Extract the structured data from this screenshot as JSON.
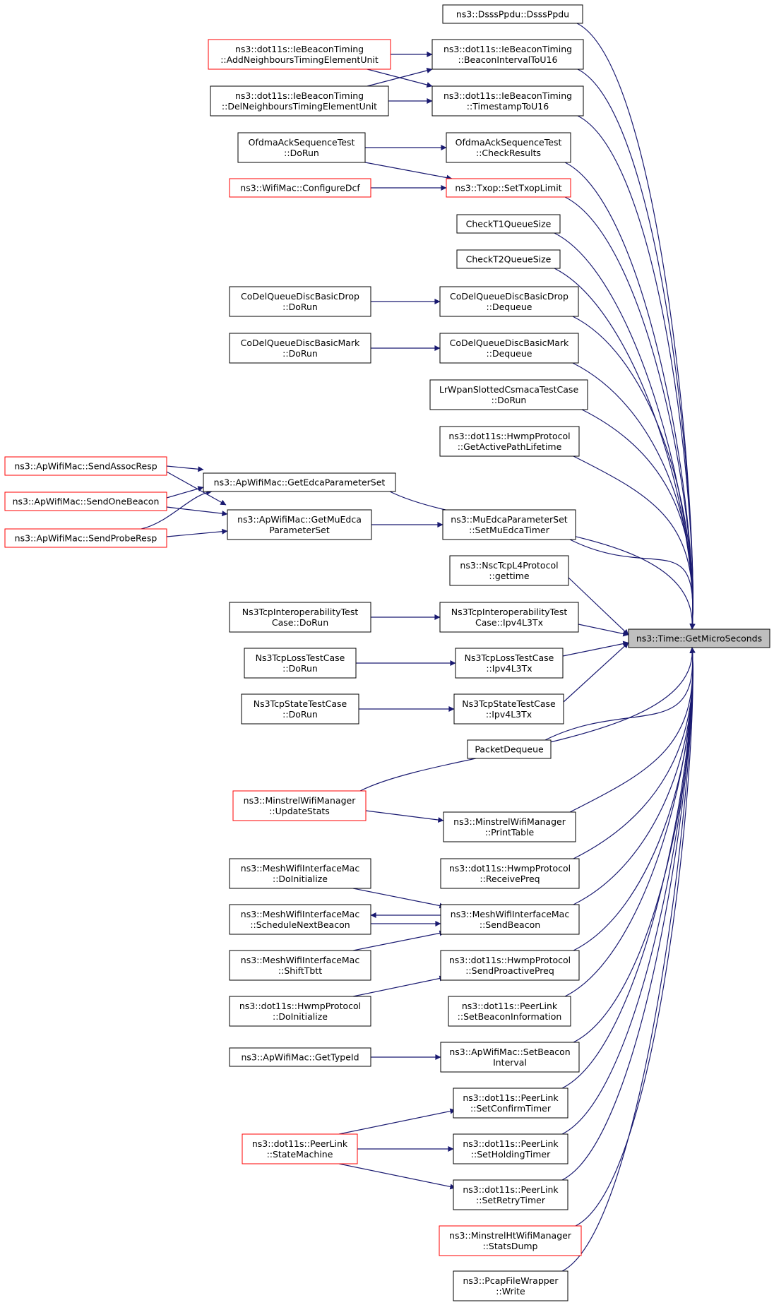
{
  "graph": {
    "colors": {
      "edge": "#191970",
      "node_border_normal": "#000000",
      "node_border_truncated": "#ff0000",
      "target_fill": "#bfbfbf",
      "node_fill": "#ffffff"
    },
    "nodes": [
      {
        "id": "target",
        "style": "target",
        "lines": [
          "ns3::Time::GetMicroSeconds"
        ]
      },
      {
        "id": "dsss",
        "style": "normal",
        "lines": [
          "ns3::DsssPpdu::DsssPpdu"
        ]
      },
      {
        "id": "bi16",
        "style": "normal",
        "lines": [
          "ns3::dot11s::IeBeaconTiming",
          "::BeaconIntervalToU16"
        ]
      },
      {
        "id": "ts16",
        "style": "normal",
        "lines": [
          "ns3::dot11s::IeBeaconTiming",
          "::TimestampToU16"
        ]
      },
      {
        "id": "ofdmaCheck",
        "style": "normal",
        "lines": [
          "OfdmaAckSequenceTest",
          "::CheckResults"
        ]
      },
      {
        "id": "setTxop",
        "style": "truncated",
        "lines": [
          "ns3::Txop::SetTxopLimit"
        ]
      },
      {
        "id": "t1",
        "style": "normal",
        "lines": [
          "CheckT1QueueSize"
        ]
      },
      {
        "id": "t2",
        "style": "normal",
        "lines": [
          "CheckT2QueueSize"
        ]
      },
      {
        "id": "codelDropDq",
        "style": "normal",
        "lines": [
          "CoDelQueueDiscBasicDrop",
          "::Dequeue"
        ]
      },
      {
        "id": "codelMarkDq",
        "style": "normal",
        "lines": [
          "CoDelQueueDiscBasicMark",
          "::Dequeue"
        ]
      },
      {
        "id": "lrwpan",
        "style": "normal",
        "lines": [
          "LrWpanSlottedCsmacaTestCase",
          "::DoRun"
        ]
      },
      {
        "id": "activePath",
        "style": "normal",
        "lines": [
          "ns3::dot11s::HwmpProtocol",
          "::GetActivePathLifetime"
        ]
      },
      {
        "id": "getEdca",
        "style": "normal",
        "lines": [
          "ns3::ApWifiMac::GetEdcaParameterSet"
        ]
      },
      {
        "id": "setMuEdca",
        "style": "normal",
        "lines": [
          "ns3::MuEdcaParameterSet",
          "::SetMuEdcaTimer"
        ]
      },
      {
        "id": "nsc",
        "style": "normal",
        "lines": [
          "ns3::NscTcpL4Protocol",
          "::gettime"
        ]
      },
      {
        "id": "interopTx",
        "style": "normal",
        "lines": [
          "Ns3TcpInteroperabilityTest",
          "Case::Ipv4L3Tx"
        ]
      },
      {
        "id": "lossTx",
        "style": "normal",
        "lines": [
          "Ns3TcpLossTestCase",
          "::Ipv4L3Tx"
        ]
      },
      {
        "id": "stateTx",
        "style": "normal",
        "lines": [
          "Ns3TcpStateTestCase",
          "::Ipv4L3Tx"
        ]
      },
      {
        "id": "pktDq",
        "style": "normal",
        "lines": [
          "PacketDequeue"
        ]
      },
      {
        "id": "minstrelUpd",
        "style": "truncated",
        "lines": [
          "ns3::MinstrelWifiManager",
          "::UpdateStats"
        ]
      },
      {
        "id": "printTable",
        "style": "normal",
        "lines": [
          "ns3::MinstrelWifiManager",
          "::PrintTable"
        ]
      },
      {
        "id": "recvPreq",
        "style": "normal",
        "lines": [
          "ns3::dot11s::HwmpProtocol",
          "::ReceivePreq"
        ]
      },
      {
        "id": "sendBeacon",
        "style": "normal",
        "lines": [
          "ns3::MeshWifiInterfaceMac",
          "::SendBeacon"
        ]
      },
      {
        "id": "sendProactive",
        "style": "normal",
        "lines": [
          "ns3::dot11s::HwmpProtocol",
          "::SendProactivePreq"
        ]
      },
      {
        "id": "setBeaconInfo",
        "style": "normal",
        "lines": [
          "ns3::dot11s::PeerLink",
          "::SetBeaconInformation"
        ]
      },
      {
        "id": "setBeaconInt",
        "style": "normal",
        "lines": [
          "ns3::ApWifiMac::SetBeacon",
          "Interval"
        ]
      },
      {
        "id": "setConfirm",
        "style": "normal",
        "lines": [
          "ns3::dot11s::PeerLink",
          "::SetConfirmTimer"
        ]
      },
      {
        "id": "setHolding",
        "style": "normal",
        "lines": [
          "ns3::dot11s::PeerLink",
          "::SetHoldingTimer"
        ]
      },
      {
        "id": "setRetry",
        "style": "normal",
        "lines": [
          "ns3::dot11s::PeerLink",
          "::SetRetryTimer"
        ]
      },
      {
        "id": "statsDump",
        "style": "truncated",
        "lines": [
          "ns3::MinstrelHtWifiManager",
          "::StatsDump"
        ]
      },
      {
        "id": "pcapWrite",
        "style": "normal",
        "lines": [
          "ns3::PcapFileWrapper",
          "::Write"
        ]
      },
      {
        "id": "addNeigh",
        "style": "truncated",
        "lines": [
          "ns3::dot11s::IeBeaconTiming",
          "::AddNeighboursTimingElementUnit"
        ]
      },
      {
        "id": "delNeigh",
        "style": "normal",
        "lines": [
          "ns3::dot11s::IeBeaconTiming",
          "::DelNeighboursTimingElementUnit"
        ]
      },
      {
        "id": "ofdmaRun",
        "style": "normal",
        "lines": [
          "OfdmaAckSequenceTest",
          "::DoRun"
        ]
      },
      {
        "id": "cfgDcf",
        "style": "truncated",
        "lines": [
          "ns3::WifiMac::ConfigureDcf"
        ]
      },
      {
        "id": "codelDropRun",
        "style": "normal",
        "lines": [
          "CoDelQueueDiscBasicDrop",
          "::DoRun"
        ]
      },
      {
        "id": "codelMarkRun",
        "style": "normal",
        "lines": [
          "CoDelQueueDiscBasicMark",
          "::DoRun"
        ]
      },
      {
        "id": "getMuEdca",
        "style": "normal",
        "lines": [
          "ns3::ApWifiMac::GetMuEdca",
          "ParameterSet"
        ]
      },
      {
        "id": "interopRun",
        "style": "normal",
        "lines": [
          "Ns3TcpInteroperabilityTest",
          "Case::DoRun"
        ]
      },
      {
        "id": "lossRun",
        "style": "normal",
        "lines": [
          "Ns3TcpLossTestCase",
          "::DoRun"
        ]
      },
      {
        "id": "stateRun",
        "style": "normal",
        "lines": [
          "Ns3TcpStateTestCase",
          "::DoRun"
        ]
      },
      {
        "id": "meshInit",
        "style": "normal",
        "lines": [
          "ns3::MeshWifiInterfaceMac",
          "::DoInitialize"
        ]
      },
      {
        "id": "meshSched",
        "style": "normal",
        "lines": [
          "ns3::MeshWifiInterfaceMac",
          "::ScheduleNextBeacon"
        ]
      },
      {
        "id": "meshShift",
        "style": "normal",
        "lines": [
          "ns3::MeshWifiInterfaceMac",
          "::ShiftTbtt"
        ]
      },
      {
        "id": "hwmpInit",
        "style": "normal",
        "lines": [
          "ns3::dot11s::HwmpProtocol",
          "::DoInitialize"
        ]
      },
      {
        "id": "getTypeId",
        "style": "normal",
        "lines": [
          "ns3::ApWifiMac::GetTypeId"
        ]
      },
      {
        "id": "stateMachine",
        "style": "truncated",
        "lines": [
          "ns3::dot11s::PeerLink",
          "::StateMachine"
        ]
      },
      {
        "id": "assocResp",
        "style": "truncated",
        "lines": [
          "ns3::ApWifiMac::SendAssocResp"
        ]
      },
      {
        "id": "oneBeacon",
        "style": "truncated",
        "lines": [
          "ns3::ApWifiMac::SendOneBeacon"
        ]
      },
      {
        "id": "probeResp",
        "style": "truncated",
        "lines": [
          "ns3::ApWifiMac::SendProbeResp"
        ]
      }
    ],
    "edges": [
      {
        "from": "dsss",
        "to": "target"
      },
      {
        "from": "bi16",
        "to": "target"
      },
      {
        "from": "ts16",
        "to": "target"
      },
      {
        "from": "ofdmaCheck",
        "to": "target"
      },
      {
        "from": "setTxop",
        "to": "target"
      },
      {
        "from": "t1",
        "to": "target"
      },
      {
        "from": "t2",
        "to": "target"
      },
      {
        "from": "codelDropDq",
        "to": "target"
      },
      {
        "from": "codelMarkDq",
        "to": "target"
      },
      {
        "from": "lrwpan",
        "to": "target"
      },
      {
        "from": "activePath",
        "to": "target"
      },
      {
        "from": "getEdca",
        "to": "target"
      },
      {
        "from": "setMuEdca",
        "to": "target"
      },
      {
        "from": "nsc",
        "to": "target"
      },
      {
        "from": "interopTx",
        "to": "target"
      },
      {
        "from": "lossTx",
        "to": "target"
      },
      {
        "from": "stateTx",
        "to": "target"
      },
      {
        "from": "pktDq",
        "to": "target"
      },
      {
        "from": "minstrelUpd",
        "to": "target"
      },
      {
        "from": "printTable",
        "to": "target"
      },
      {
        "from": "recvPreq",
        "to": "target"
      },
      {
        "from": "sendBeacon",
        "to": "target"
      },
      {
        "from": "sendProactive",
        "to": "target"
      },
      {
        "from": "setBeaconInfo",
        "to": "target"
      },
      {
        "from": "setBeaconInt",
        "to": "target"
      },
      {
        "from": "setConfirm",
        "to": "target"
      },
      {
        "from": "setHolding",
        "to": "target"
      },
      {
        "from": "setRetry",
        "to": "target"
      },
      {
        "from": "statsDump",
        "to": "target"
      },
      {
        "from": "pcapWrite",
        "to": "target"
      },
      {
        "from": "addNeigh",
        "to": "bi16"
      },
      {
        "from": "addNeigh",
        "to": "ts16"
      },
      {
        "from": "delNeigh",
        "to": "bi16"
      },
      {
        "from": "delNeigh",
        "to": "ts16"
      },
      {
        "from": "ofdmaRun",
        "to": "ofdmaCheck"
      },
      {
        "from": "ofdmaRun",
        "to": "setTxop"
      },
      {
        "from": "cfgDcf",
        "to": "setTxop"
      },
      {
        "from": "codelDropRun",
        "to": "codelDropDq"
      },
      {
        "from": "codelMarkRun",
        "to": "codelMarkDq"
      },
      {
        "from": "getMuEdca",
        "to": "setMuEdca"
      },
      {
        "from": "interopRun",
        "to": "interopTx"
      },
      {
        "from": "lossRun",
        "to": "lossTx"
      },
      {
        "from": "stateRun",
        "to": "stateTx"
      },
      {
        "from": "minstrelUpd",
        "to": "printTable"
      },
      {
        "from": "meshInit",
        "to": "sendBeacon"
      },
      {
        "from": "meshSched",
        "to": "sendBeacon"
      },
      {
        "from": "sendBeacon",
        "to": "meshSched"
      },
      {
        "from": "meshShift",
        "to": "sendBeacon"
      },
      {
        "from": "hwmpInit",
        "to": "sendProactive"
      },
      {
        "from": "getTypeId",
        "to": "setBeaconInt"
      },
      {
        "from": "stateMachine",
        "to": "setConfirm"
      },
      {
        "from": "stateMachine",
        "to": "setHolding"
      },
      {
        "from": "stateMachine",
        "to": "setRetry"
      },
      {
        "from": "assocResp",
        "to": "getEdca"
      },
      {
        "from": "assocResp",
        "to": "getMuEdca"
      },
      {
        "from": "oneBeacon",
        "to": "getEdca"
      },
      {
        "from": "oneBeacon",
        "to": "getMuEdca"
      },
      {
        "from": "probeResp",
        "to": "getEdca"
      },
      {
        "from": "probeResp",
        "to": "getMuEdca"
      }
    ]
  }
}
